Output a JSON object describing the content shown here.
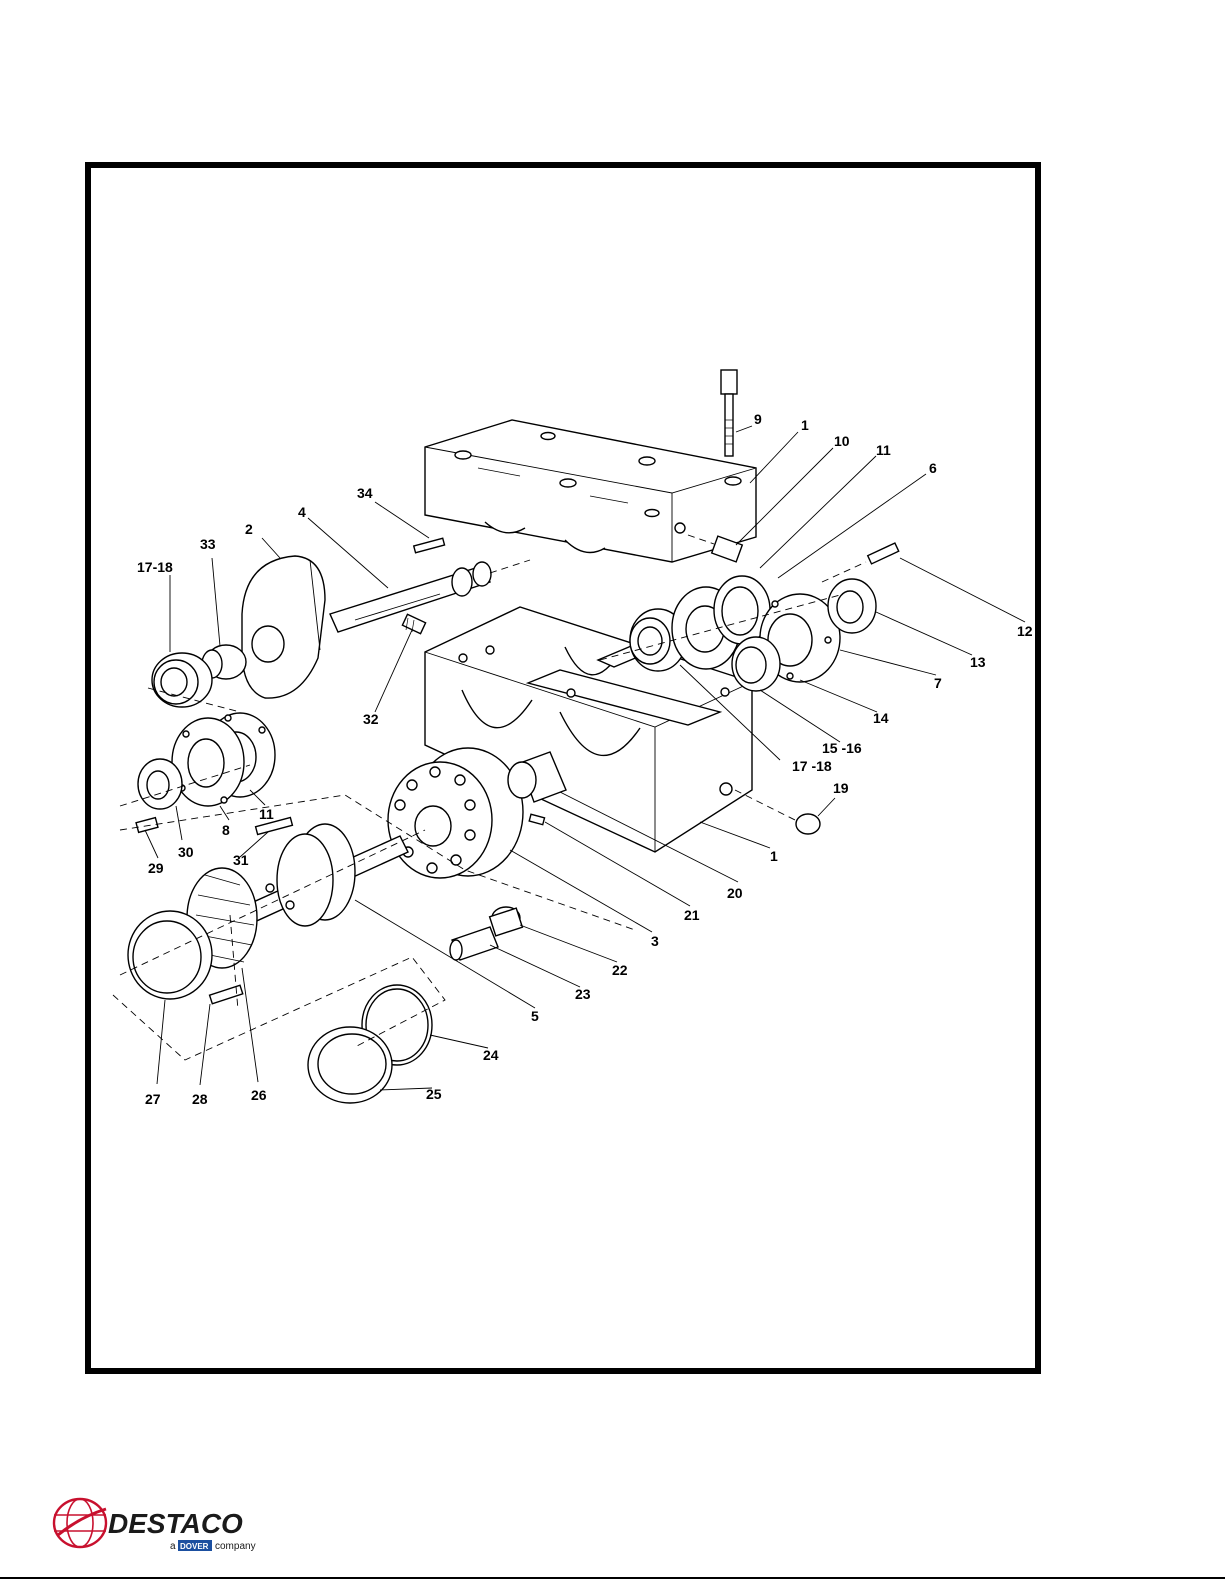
{
  "callouts": {
    "c9": "9",
    "c1a": "1",
    "c10": "10",
    "c11a": "11",
    "c6": "6",
    "c34": "34",
    "c2": "2",
    "c4": "4",
    "c33": "33",
    "c1718a": "17-18",
    "c12": "12",
    "c13": "13",
    "c7": "7",
    "c14": "14",
    "c1516": "15 -16",
    "c1718b": "17 -18",
    "c32": "32",
    "c11b": "11",
    "c8": "8",
    "c29": "29",
    "c30": "30",
    "c31": "31",
    "c19": "19",
    "c1b": "1",
    "c20": "20",
    "c21": "21",
    "c3": "3",
    "c22": "22",
    "c23": "23",
    "c5": "5",
    "c24": "24",
    "c25": "25",
    "c27": "27",
    "c28": "28",
    "c26": "26"
  },
  "logo": {
    "brand": "DESTACO",
    "tagline_prefix": "a",
    "tagline_badge": "DOVER",
    "tagline_suffix": "company",
    "brand_color": "#c8102e",
    "badge_color": "#1b4fa0"
  }
}
